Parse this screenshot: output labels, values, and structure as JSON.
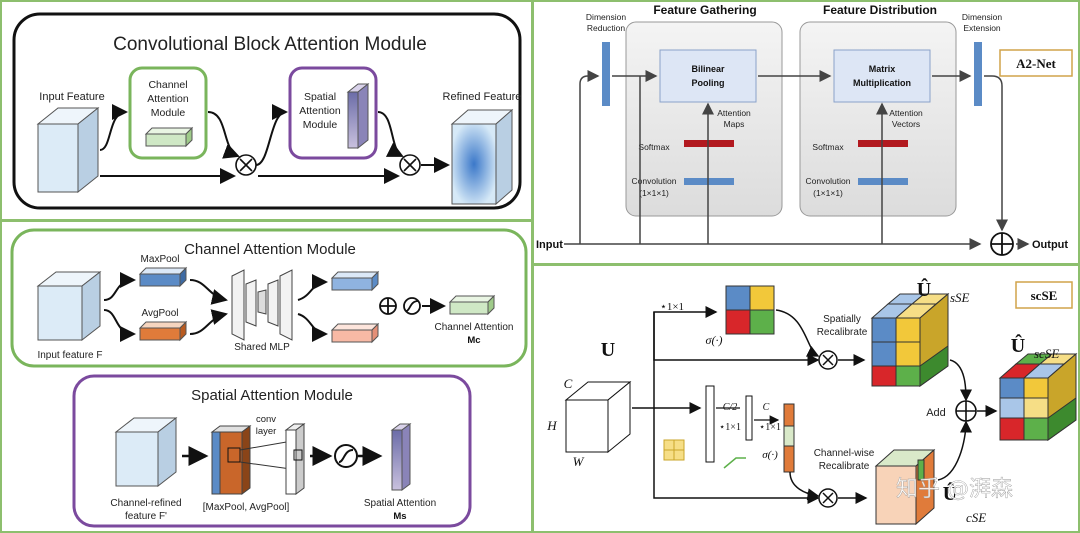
{
  "cbam": {
    "title": "Convolutional Block Attention Module",
    "input_feature": "Input Feature",
    "channel_module": [
      "Channel",
      "Attention",
      "Module"
    ],
    "spatial_module": [
      "Spatial",
      "Attention",
      "Module"
    ],
    "refined_feature": "Refined Feature"
  },
  "cam": {
    "title": "Channel Attention Module",
    "maxpool": "MaxPool",
    "avgpool": "AvgPool",
    "shared_mlp": "Shared MLP",
    "input_label": "Input feature F",
    "output_label": "Channel Attention",
    "output_symbol": "Mc"
  },
  "sam": {
    "title": "Spatial Attention Module",
    "conv_layer": [
      "conv",
      "layer"
    ],
    "input_label": [
      "Channel-refined",
      "feature F'"
    ],
    "pool_label": "[MaxPool, AvgPool]",
    "output_label": "Spatial Attention",
    "output_symbol": "Ms"
  },
  "a2net": {
    "tag": "A2-Net",
    "feature_gathering": "Feature Gathering",
    "feature_distribution": "Feature Distribution",
    "dim_reduction": [
      "Dimension",
      "Reduction"
    ],
    "dim_extension": [
      "Dimension",
      "Extension"
    ],
    "bilinear": [
      "Bilinear",
      "Pooling"
    ],
    "matmul": [
      "Matrix",
      "Multiplication"
    ],
    "attn_maps": [
      "Attention",
      "Maps"
    ],
    "attn_vectors": [
      "Attention",
      "Vectors"
    ],
    "softmax": "Softmax",
    "conv": [
      "Convolution",
      "(1×1×1)"
    ],
    "input": "Input",
    "output": "Output"
  },
  "scse": {
    "tag": "scSE",
    "u": "U",
    "c": "C",
    "h": "H",
    "w": "W",
    "star_1x1": "⋆¹₁ₓ₁",
    "sigma": "σ(·)",
    "spatially": [
      "Spatially",
      "Recalibrate"
    ],
    "channel_wise": [
      "Channel-wise",
      "Recalibrate"
    ],
    "add": "Add",
    "u_sse": "Û",
    "u_sse_sub": "sSE",
    "u_scse_sub": "scSE",
    "u_cse_sub": "cSE",
    "c_half": "C/2",
    "c_full": "C",
    "star_1x1_plain": "⋆1×1"
  },
  "watermark": "知乎 @湃森",
  "colors": {
    "green_border": "#7ab55c",
    "purple_border": "#7b4a9e",
    "blue_bar": "#5b8bc6",
    "red_bar": "#b2191f",
    "cube_blue": "#d7e8f5"
  }
}
